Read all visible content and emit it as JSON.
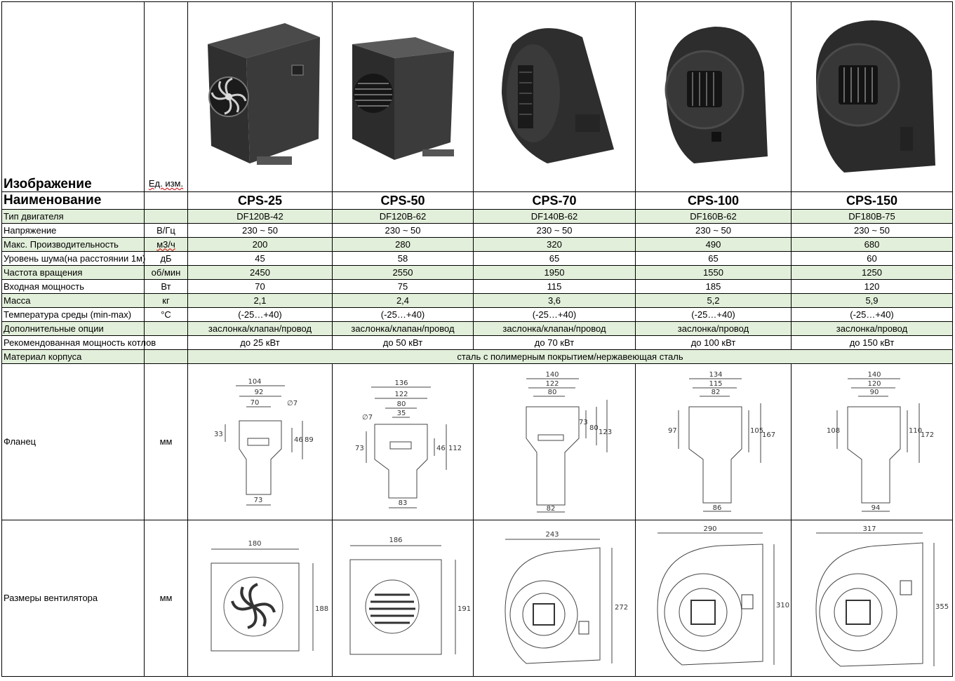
{
  "header": {
    "image_label": "Изображение",
    "unit_label": "Ед. изм.",
    "name_label": "Наименование"
  },
  "models": [
    "CPS-25",
    "CPS-50",
    "CPS-70",
    "CPS-100",
    "CPS-150"
  ],
  "rows": [
    {
      "label": "Тип  двигателя",
      "unit": "",
      "values": [
        "DF120B-42",
        "DF120B-62",
        "DF140B-62",
        "DF160B-62",
        "DF180B-75"
      ],
      "shaded": true
    },
    {
      "label": "Напряжение",
      "unit": "В/Гц",
      "values": [
        "230 ~ 50",
        "230 ~ 50",
        "230 ~ 50",
        "230 ~ 50",
        "230 ~ 50"
      ],
      "shaded": false
    },
    {
      "label": "Макс. Производительность",
      "unit": "м3/ч",
      "values": [
        "200",
        "280",
        "320",
        "490",
        "680"
      ],
      "shaded": true
    },
    {
      "label": "Уровень шума(на расстоянии 1м)",
      "unit": "дБ",
      "values": [
        "45",
        "58",
        "65",
        "65",
        "60"
      ],
      "shaded": false
    },
    {
      "label": "Частота вращения",
      "unit": "об/мин",
      "values": [
        "2450",
        "2550",
        "1950",
        "1550",
        "1250"
      ],
      "shaded": true
    },
    {
      "label": "Входная мощность",
      "unit": "Вт",
      "values": [
        "70",
        "75",
        "115",
        "185",
        "120"
      ],
      "shaded": false
    },
    {
      "label": "Масса",
      "unit": "кг",
      "values": [
        "2,1",
        "2,4",
        "3,6",
        "5,2",
        "5,9"
      ],
      "shaded": true
    },
    {
      "label": "Температура среды (min-max)",
      "unit": "°С",
      "values": [
        "(-25…+40)",
        "(-25…+40)",
        "(-25…+40)",
        "(-25…+40)",
        "(-25…+40)"
      ],
      "shaded": false
    },
    {
      "label": "Дополнительные опции",
      "unit": "",
      "values": [
        "заслонка/клапан/провод",
        "заслонка/клапан/провод",
        "заслонка/клапан/провод",
        "заслонка/провод",
        "заслонка/провод"
      ],
      "shaded": true
    },
    {
      "label": "Рекомендованная мощность котлов",
      "unit": "",
      "values": [
        "до 25 кВт",
        "до 50 кВт",
        "до 70 кВт",
        "до 100 кВт",
        "до 150 кВт"
      ],
      "shaded": false
    }
  ],
  "material": {
    "label": "Материал корпуса",
    "value": "сталь с полимерным покрытием/нержавеющая сталь"
  },
  "flange": {
    "label": "Фланец",
    "unit": "мм",
    "dims": [
      [
        "104",
        "92",
        "70",
        "∅7",
        "33",
        "46",
        "89",
        "73"
      ],
      [
        "136",
        "122",
        "80",
        "35",
        "∅7",
        "73",
        "46",
        "112",
        "83"
      ],
      [
        "140",
        "122",
        "80",
        "73",
        "80",
        "123",
        "82"
      ],
      [
        "134",
        "115",
        "82",
        "97",
        "105",
        "167",
        "86"
      ],
      [
        "140",
        "120",
        "90",
        "108",
        "110",
        "172",
        "94"
      ]
    ]
  },
  "fan_size": {
    "label": "Размеры вентилятора",
    "unit": "мм",
    "dims": [
      [
        "180",
        "188"
      ],
      [
        "186",
        "191"
      ],
      [
        "243",
        "272"
      ],
      [
        "290",
        "310"
      ],
      [
        "317",
        "355"
      ]
    ]
  },
  "colors": {
    "shade": "#e2efda",
    "border": "#000000"
  }
}
